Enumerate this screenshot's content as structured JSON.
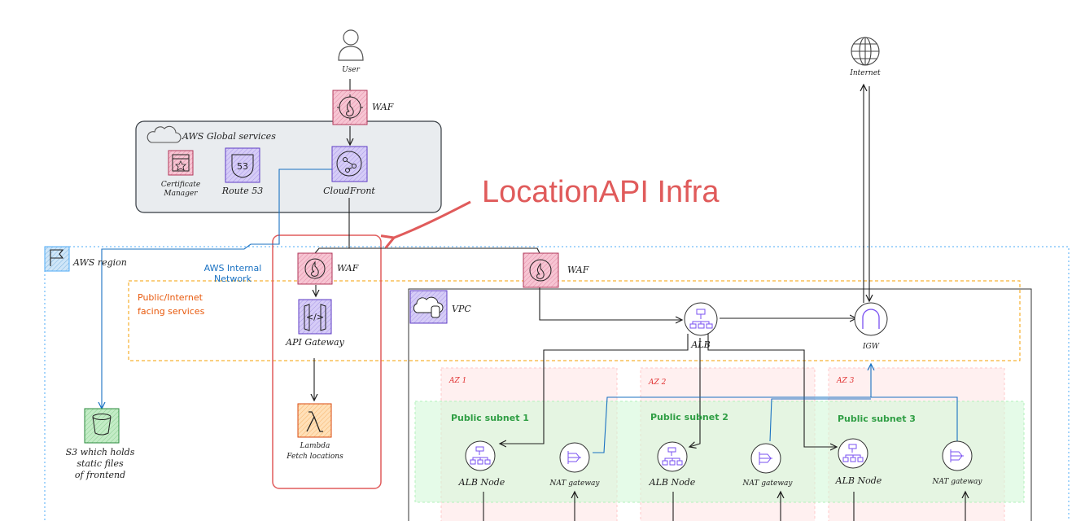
{
  "title": "LocationAPI Infra",
  "nodes": {
    "user": "User",
    "internet": "Internet",
    "waf_top": "WAF",
    "global_services": "AWS Global services",
    "cert_manager_line1": "Certificate",
    "cert_manager_line2": "Manager",
    "route53": "Route 53",
    "route53_badge": "53",
    "cloudfront": "CloudFront",
    "aws_region": "AWS region",
    "internal_network_line1": "AWS Internal",
    "internal_network_line2": "Network",
    "public_services_line1": "Public/Internet",
    "public_services_line2": "facing services",
    "waf_api": "WAF",
    "waf_vpc": "WAF",
    "api_gateway": "API Gateway",
    "lambda_line1": "Lambda",
    "lambda_line2": "Fetch locations",
    "s3_line1": "S3 which holds",
    "s3_line2": "static files",
    "s3_line3": "of frontend",
    "vpc": "VPC",
    "alb": "ALB",
    "igw": "IGW"
  },
  "azs": [
    {
      "az": "AZ 1",
      "subnet": "Public subnet 1",
      "alb_node": "ALB Node",
      "nat": "NAT gateway"
    },
    {
      "az": "AZ 2",
      "subnet": "Public subnet 2",
      "alb_node": "ALB Node",
      "nat": "NAT gateway"
    },
    {
      "az": "AZ 3",
      "subnet": "Public subnet 3",
      "alb_node": "ALB Node",
      "nat": "NAT gateway"
    }
  ],
  "colors": {
    "title": "#e05b5b",
    "aws_blue": "#1971c2",
    "orange_group": "#f08c00",
    "waf_fill": "#f3b9c8",
    "service_fill": "#c5b8f0",
    "s3_fill": "#b2e0b5",
    "lambda_fill": "#ffd8a8",
    "az_fill": "#ffe3e3",
    "subnet_fill": "#d3f9d8"
  }
}
